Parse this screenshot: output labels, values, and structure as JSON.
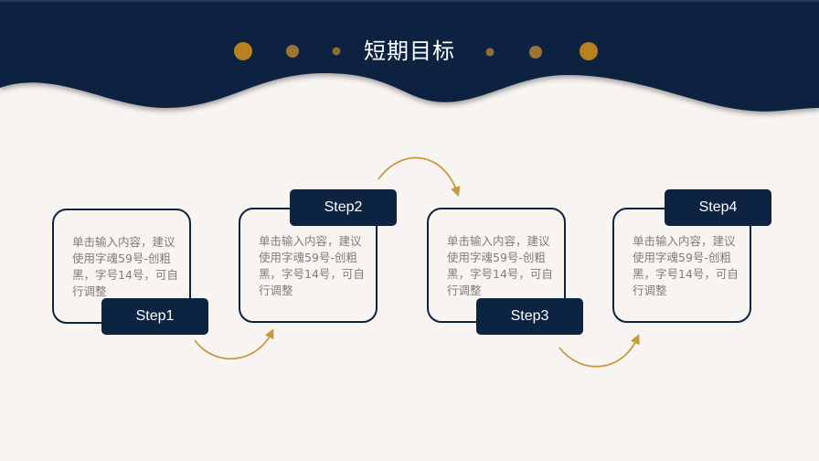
{
  "header": {
    "title": "短期目标",
    "background_color": "#0c2441",
    "accent_color": "#b8801e"
  },
  "steps": [
    {
      "label": "Step1",
      "text": "单击输入内容，建议使用字魂59号-创粗黑，字号14号，可自行调整"
    },
    {
      "label": "Step2",
      "text": "单击输入内容，建议使用字魂59号-创粗黑，字号14号，可自行调整"
    },
    {
      "label": "Step3",
      "text": "单击输入内容，建议使用字魂59号-创粗黑，字号14号，可自行调整"
    },
    {
      "label": "Step4",
      "text": "单击输入内容，建议使用字魂59号-创粗黑，字号14号，可自行调整"
    }
  ],
  "colors": {
    "navy": "#0c2441",
    "gold": "#b8801e",
    "page_bg": "#f8f4f2",
    "body_text": "#7d7d7d"
  }
}
